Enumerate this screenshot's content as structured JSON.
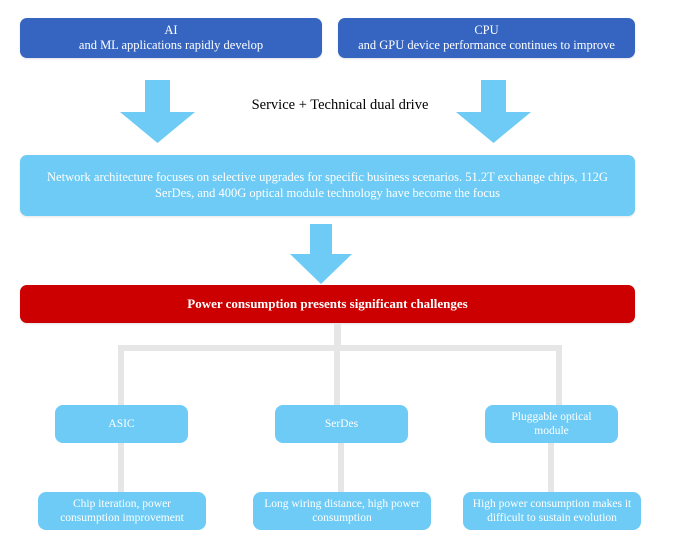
{
  "diagram": {
    "title_caption": "Service + Technical dual drive",
    "colors": {
      "dark_blue": "#3565c0",
      "light_blue": "#6ecbf5",
      "red": "#cc0000",
      "connector_grey": "#e6e6e6",
      "background": "#ffffff",
      "text_on_fill": "#ffffff",
      "caption_text": "#000000"
    },
    "drivers": [
      {
        "id": "ai",
        "line1": "AI",
        "line2": "and ML applications rapidly develop"
      },
      {
        "id": "cpu",
        "line1": "CPU",
        "line2": "and GPU device performance continues to improve"
      }
    ],
    "arrows": [
      {
        "id": "arrow-left",
        "direction": "down"
      },
      {
        "id": "arrow-right",
        "direction": "down"
      },
      {
        "id": "arrow-mid",
        "direction": "down"
      }
    ],
    "network_statement": "Network architecture focuses on selective upgrades for specific business scenarios. 51.2T exchange chips, 112G SerDes, and 400G optical module technology have become the focus",
    "problem_statement": "Power consumption presents significant challenges",
    "branches": [
      {
        "id": "asic",
        "category": "ASIC",
        "detail": "Chip iteration, power consumption improvement"
      },
      {
        "id": "serdes",
        "category": "SerDes",
        "detail": "Long wiring distance, high power consumption"
      },
      {
        "id": "pluggable",
        "category": "Pluggable optical module",
        "detail": "High power consumption makes it difficult to sustain evolution"
      }
    ]
  }
}
